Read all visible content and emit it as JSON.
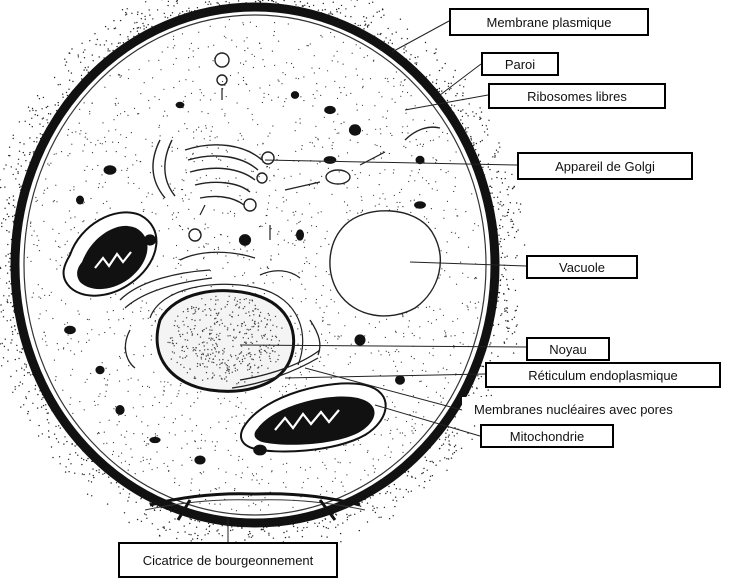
{
  "labels": {
    "membrane_plasmique": "Membrane plasmique",
    "paroi": "Paroi",
    "ribosomes_libres": "Ribosomes libres",
    "appareil_golgi": "Appareil de Golgi",
    "vacuole": "Vacuole",
    "noyau": "Noyau",
    "reticulum": "Réticulum endoplasmique",
    "membranes_nucleaires": "Membranes nucléaires avec pores",
    "mitochondrie": "Mitochondrie",
    "cicatrice": "Cicatrice de bourgeonnement"
  }
}
